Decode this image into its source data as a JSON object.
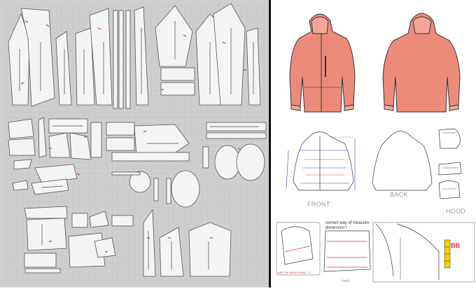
{
  "left_panel": {
    "description_icon": "pattern-pieces-grid"
  },
  "right_panel": {
    "jacket_color": "#ec8b7a",
    "labels": {
      "front": "FRONT",
      "back": "BACK",
      "hood": "HOOD",
      "measure_note_line1": "correct way of measure",
      "measure_note_line2": "dimension I",
      "way_of_measuring": "WAY OF MEASURING - 2...",
      "back_small": "back",
      "size_tag": "BB"
    }
  }
}
